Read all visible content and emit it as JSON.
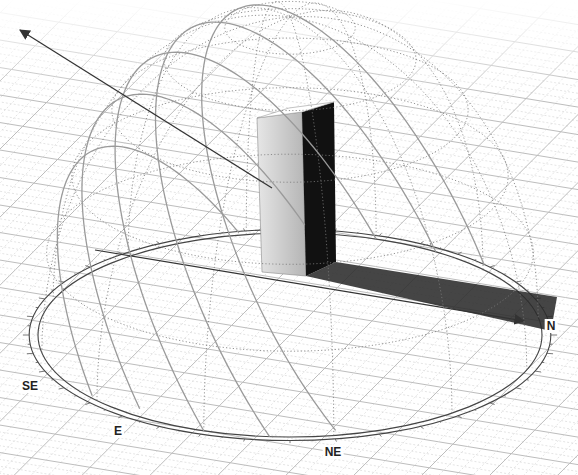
{
  "diagram": {
    "labels": [
      "N",
      "NE",
      "E",
      "SE"
    ]
  }
}
